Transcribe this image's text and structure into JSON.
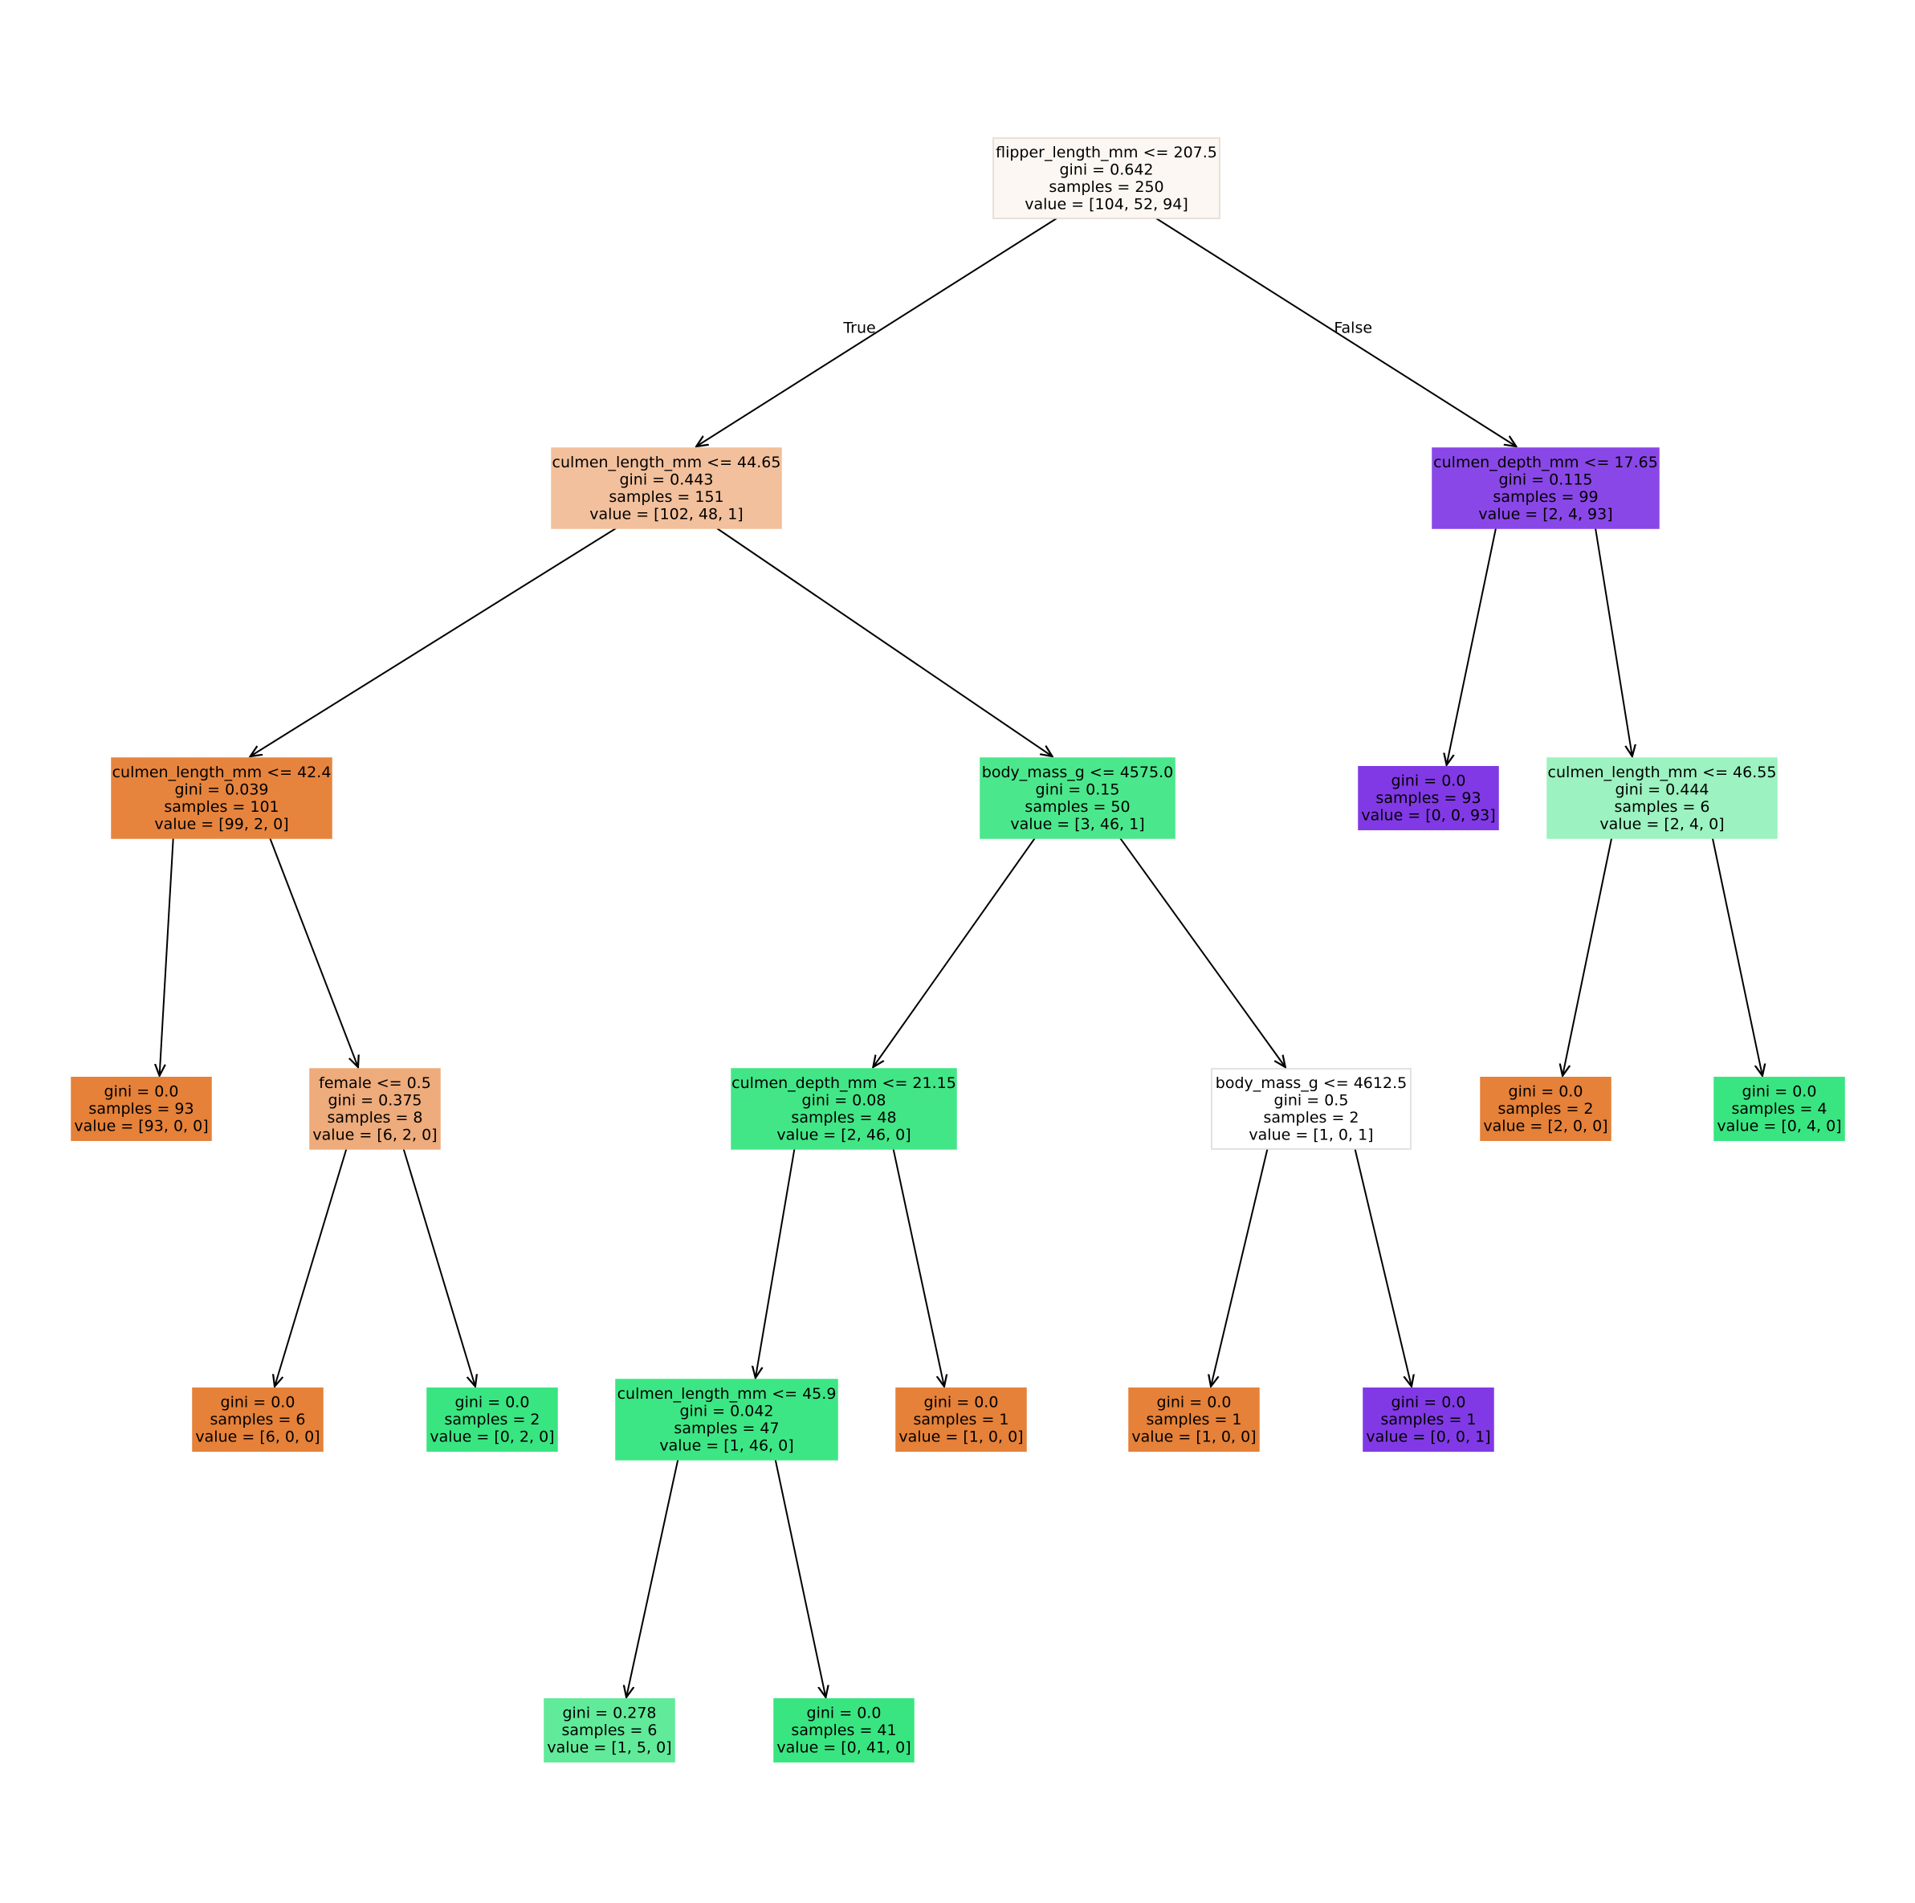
{
  "tree": {
    "nodes": [
      {
        "id": "n0",
        "lines": [
          "flipper_length_mm <= 207.5",
          "gini = 0.642",
          "samples = 250",
          "value = [104, 52, 94]"
        ],
        "fill": "#fcf7f2",
        "stroke": "#e0d8d0"
      },
      {
        "id": "n1",
        "lines": [
          "culmen_length_mm <= 44.65",
          "gini = 0.443",
          "samples = 151",
          "value = [102, 48, 1]"
        ],
        "fill": "#f2c09c",
        "stroke": "#f2c09c"
      },
      {
        "id": "n2",
        "lines": [
          "culmen_length_mm <= 42.4",
          "gini = 0.039",
          "samples = 101",
          "value = [99, 2, 0]"
        ],
        "fill": "#e6843e",
        "stroke": "#e6843e"
      },
      {
        "id": "n3",
        "lines": [
          "gini = 0.0",
          "samples = 93",
          "value = [93, 0, 0]"
        ],
        "fill": "#e58139",
        "stroke": "#e58139"
      },
      {
        "id": "n4",
        "lines": [
          "female <= 0.5",
          "gini = 0.375",
          "samples = 8",
          "value = [6, 2, 0]"
        ],
        "fill": "#eeab7b",
        "stroke": "#eeab7b"
      },
      {
        "id": "n5",
        "lines": [
          "gini = 0.0",
          "samples = 6",
          "value = [6, 0, 0]"
        ],
        "fill": "#e58139",
        "stroke": "#e58139"
      },
      {
        "id": "n6",
        "lines": [
          "gini = 0.0",
          "samples = 2",
          "value = [0, 2, 0]"
        ],
        "fill": "#39e581",
        "stroke": "#39e581"
      },
      {
        "id": "n7",
        "lines": [
          "body_mass_g <= 4575.0",
          "gini = 0.15",
          "samples = 50",
          "value = [3, 46, 1]"
        ],
        "fill": "#4be78c",
        "stroke": "#4be78c"
      },
      {
        "id": "n8",
        "lines": [
          "culmen_depth_mm <= 21.15",
          "gini = 0.08",
          "samples = 48",
          "value = [2, 46, 0]"
        ],
        "fill": "#42e687",
        "stroke": "#42e687"
      },
      {
        "id": "n9",
        "lines": [
          "culmen_length_mm <= 45.9",
          "gini = 0.042",
          "samples = 47",
          "value = [1, 46, 0]"
        ],
        "fill": "#3de684",
        "stroke": "#3de684"
      },
      {
        "id": "n10",
        "lines": [
          "gini = 0.278",
          "samples = 6",
          "value = [1, 5, 0]"
        ],
        "fill": "#61ea9a",
        "stroke": "#61ea9a"
      },
      {
        "id": "n11",
        "lines": [
          "gini = 0.0",
          "samples = 41",
          "value = [0, 41, 0]"
        ],
        "fill": "#39e581",
        "stroke": "#39e581"
      },
      {
        "id": "n12",
        "lines": [
          "gini = 0.0",
          "samples = 1",
          "value = [1, 0, 0]"
        ],
        "fill": "#e58139",
        "stroke": "#e58139"
      },
      {
        "id": "n13",
        "lines": [
          "body_mass_g <= 4612.5",
          "gini = 0.5",
          "samples = 2",
          "value = [1, 0, 1]"
        ],
        "fill": "#ffffff",
        "stroke": "#d9d9d9"
      },
      {
        "id": "n14",
        "lines": [
          "gini = 0.0",
          "samples = 1",
          "value = [1, 0, 0]"
        ],
        "fill": "#e58139",
        "stroke": "#e58139"
      },
      {
        "id": "n15",
        "lines": [
          "gini = 0.0",
          "samples = 1",
          "value = [0, 0, 1]"
        ],
        "fill": "#8139e5",
        "stroke": "#8139e5"
      },
      {
        "id": "n16",
        "lines": [
          "culmen_depth_mm <= 17.65",
          "gini = 0.115",
          "samples = 99",
          "value = [2, 4, 93]"
        ],
        "fill": "#8a47e7",
        "stroke": "#8a47e7"
      },
      {
        "id": "n17",
        "lines": [
          "gini = 0.0",
          "samples = 93",
          "value = [0, 0, 93]"
        ],
        "fill": "#8139e5",
        "stroke": "#8139e5"
      },
      {
        "id": "n18",
        "lines": [
          "culmen_length_mm <= 46.55",
          "gini = 0.444",
          "samples = 6",
          "value = [2, 4, 0]"
        ],
        "fill": "#9cf2c0",
        "stroke": "#9cf2c0"
      },
      {
        "id": "n19",
        "lines": [
          "gini = 0.0",
          "samples = 2",
          "value = [2, 0, 0]"
        ],
        "fill": "#e58139",
        "stroke": "#e58139"
      },
      {
        "id": "n20",
        "lines": [
          "gini = 0.0",
          "samples = 4",
          "value = [0, 4, 0]"
        ],
        "fill": "#39e581",
        "stroke": "#39e581"
      }
    ],
    "edges": [
      {
        "from": "n0",
        "to": "n1",
        "label": "True"
      },
      {
        "from": "n0",
        "to": "n16",
        "label": "False"
      },
      {
        "from": "n1",
        "to": "n2"
      },
      {
        "from": "n1",
        "to": "n7"
      },
      {
        "from": "n2",
        "to": "n3"
      },
      {
        "from": "n2",
        "to": "n4"
      },
      {
        "from": "n4",
        "to": "n5"
      },
      {
        "from": "n4",
        "to": "n6"
      },
      {
        "from": "n7",
        "to": "n8"
      },
      {
        "from": "n7",
        "to": "n13"
      },
      {
        "from": "n8",
        "to": "n9"
      },
      {
        "from": "n8",
        "to": "n12"
      },
      {
        "from": "n9",
        "to": "n10"
      },
      {
        "from": "n9",
        "to": "n11"
      },
      {
        "from": "n13",
        "to": "n14"
      },
      {
        "from": "n13",
        "to": "n15"
      },
      {
        "from": "n16",
        "to": "n17"
      },
      {
        "from": "n16",
        "to": "n18"
      },
      {
        "from": "n18",
        "to": "n19"
      },
      {
        "from": "n18",
        "to": "n20"
      }
    ]
  }
}
